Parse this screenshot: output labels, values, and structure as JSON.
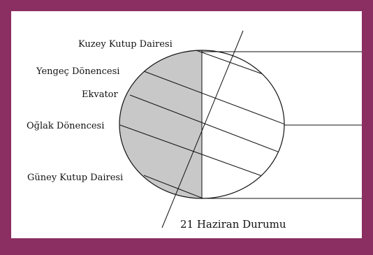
{
  "colors": {
    "frame": "#8b2f62",
    "panel": "#ffffff",
    "night_side": "#c8c8c8",
    "ink": "#111111"
  },
  "labels": {
    "arctic_circle": "Kuzey Kutup Dairesi",
    "tropic_cancer": "Yengeç Dönencesi",
    "equator": "Ekvator",
    "tropic_capricorn": "Oğlak Dönencesi",
    "antarctic_circle": "Güney Kutup Dairesi"
  },
  "caption": "21 Haziran Durumu"
}
